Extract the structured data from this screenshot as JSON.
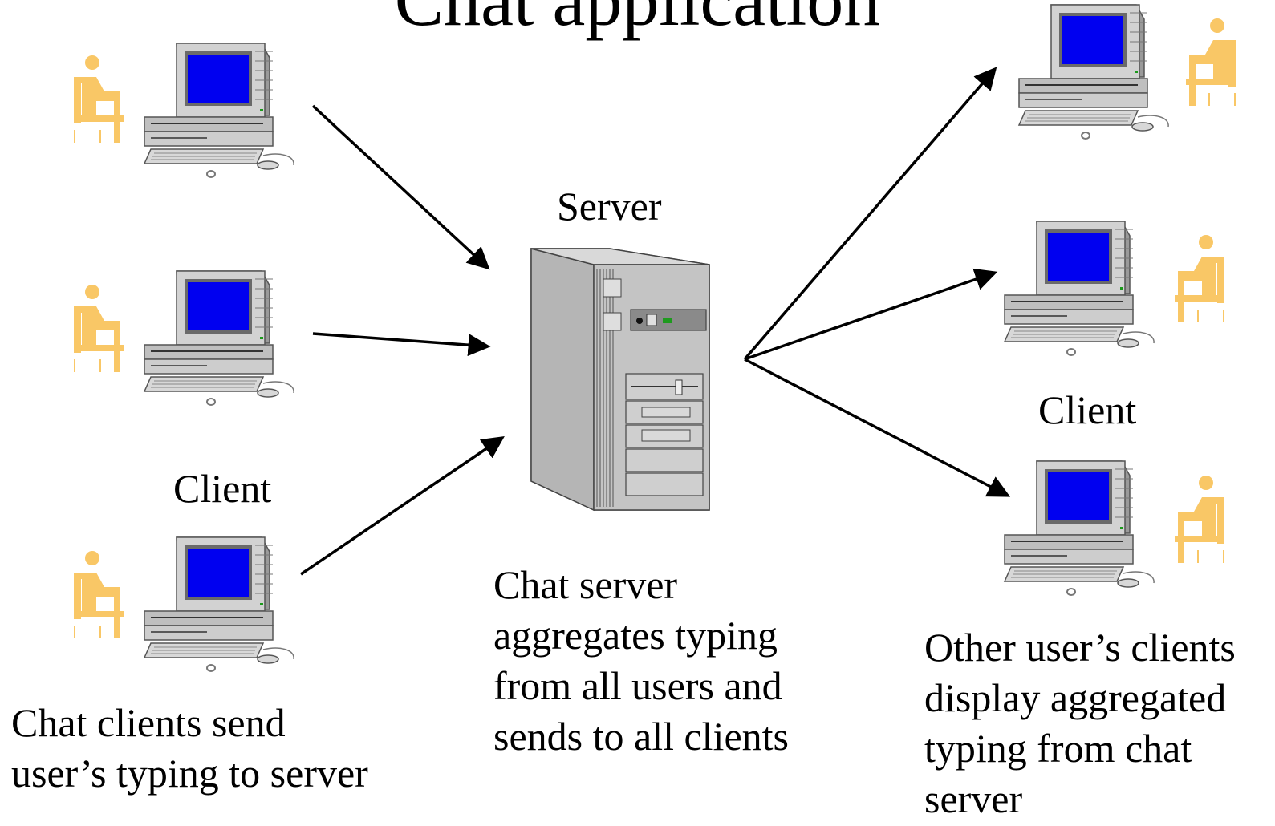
{
  "title": "Chat application",
  "labels": {
    "server": "Server",
    "client_left": "Client",
    "client_right": "Client"
  },
  "captions": {
    "left": [
      "Chat clients send",
      "user’s typing to server"
    ],
    "center": [
      "Chat server",
      "aggregates typing",
      "from all users and",
      "sends to all clients"
    ],
    "right": [
      "Other user’s clients",
      "display aggregated",
      "typing from  chat",
      "server"
    ]
  },
  "colors": {
    "screen": "#0000f0",
    "case": "#c8c8c8",
    "person": "#f9c766",
    "arrow": "#000000"
  }
}
